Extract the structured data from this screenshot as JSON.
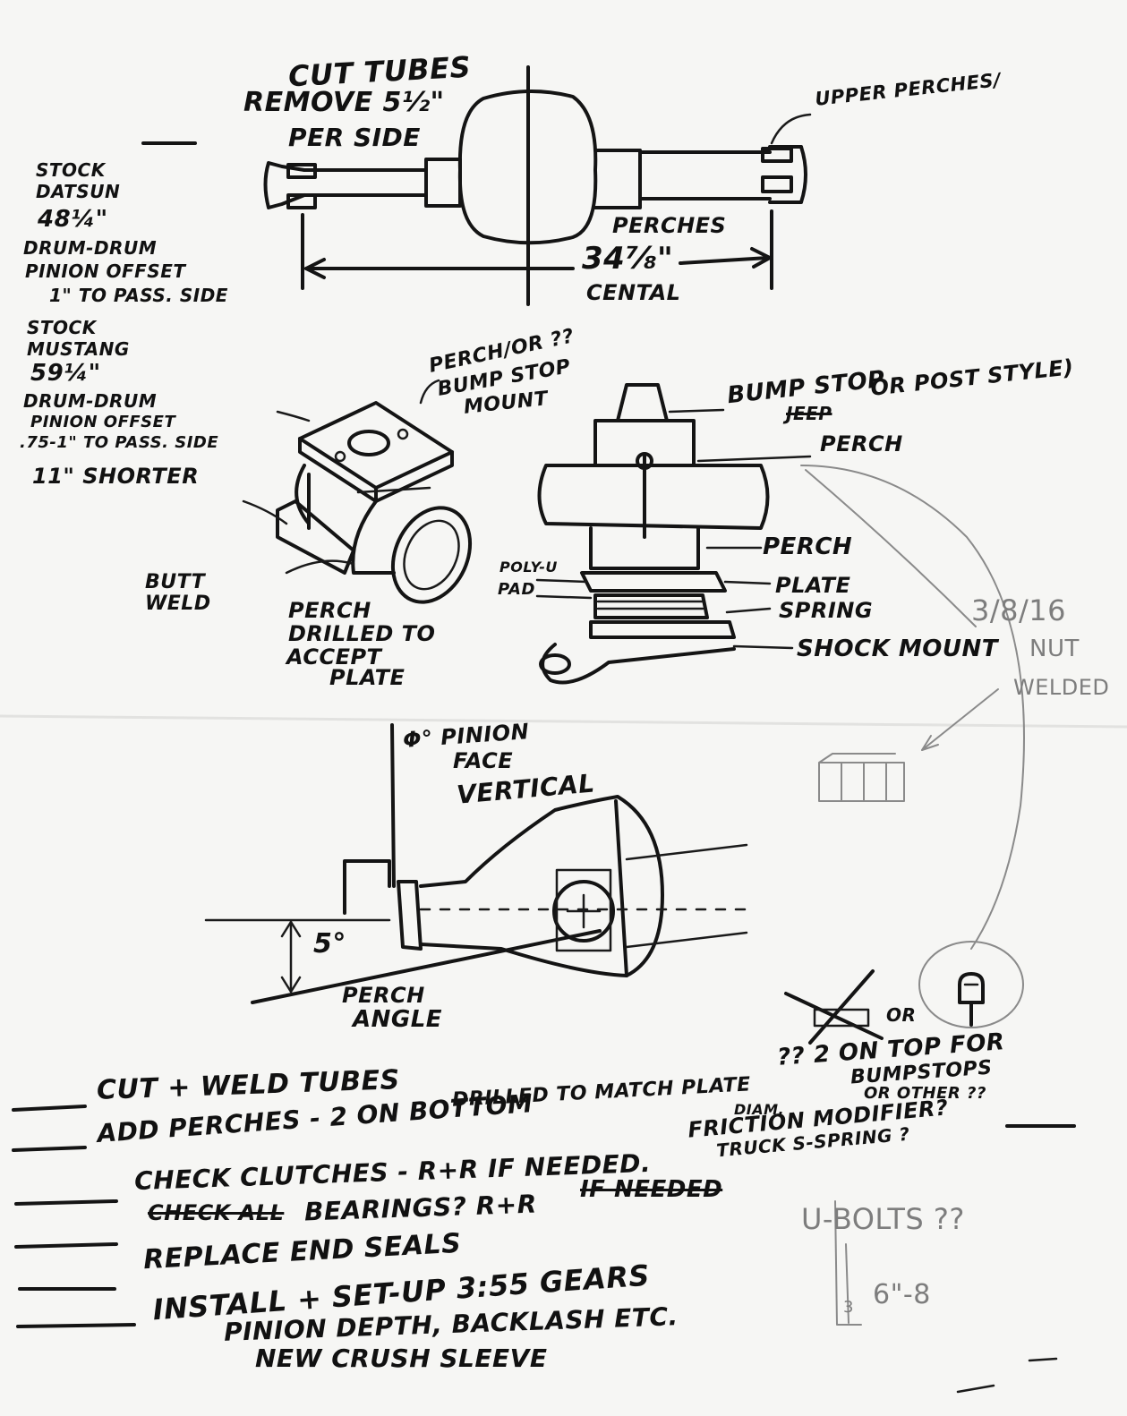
{
  "axle_top": {
    "cut_tubes": "CUT TUBES",
    "remove": "REMOVE 5½\"",
    "per_side": "PER SIDE",
    "upper_perches": "UPPER PERCHES/",
    "perches": "PERCHES",
    "measure": "34⅞\"",
    "central": "CENTAL"
  },
  "specs": {
    "datsun_line1": "STOCK",
    "datsun_line2": "DATSUN",
    "datsun_width": "48¼\"",
    "datsun_drum": "DRUM-DRUM",
    "datsun_offset": "PINION OFFSET",
    "datsun_offset_val": "1\" TO PASS. SIDE",
    "mustang_line1": "STOCK",
    "mustang_line2": "MUSTANG",
    "mustang_width": "59¼\"",
    "mustang_drum": "DRUM-DRUM",
    "mustang_offset": "PINION OFFSET",
    "mustang_offset_val": ".75-1\" TO PASS. SIDE",
    "shorter": "11\" SHORTER"
  },
  "perch_sketch": {
    "perch_or": "PERCH/OR ??",
    "bump_stop_mount": "BUMP STOP",
    "mount": "MOUNT",
    "butt_weld_1": "BUTT",
    "butt_weld_2": "WELD",
    "perch_drilled_1": "PERCH",
    "perch_drilled_2": "DRILLED TO",
    "perch_drilled_3": "ACCEPT",
    "perch_drilled_4": "PLATE"
  },
  "stack_sketch": {
    "bump_stop": "BUMP STOP",
    "jeep": "JEEP",
    "or_post_style": "OR POST STYLE)",
    "perch_top": "PERCH",
    "perch_mid": "PERCH",
    "poly_u_1": "POLY-U",
    "poly_u_2": "PAD",
    "plate": "PLATE",
    "spring": "SPRING",
    "shock_mount": "SHOCK MOUNT"
  },
  "pencil_notes": {
    "date": "3/8/16",
    "nut": "NUT",
    "welded": "WELDED",
    "u_bolts": "U-BOLTS ??",
    "length": "6\"-8",
    "count": "3"
  },
  "pinion_sketch": {
    "pinion_1": "φ° PINION",
    "pinion_2": "FACE",
    "pinion_3": "VERTICAL",
    "angle": "5°",
    "perch_angle_1": "PERCH",
    "perch_angle_2": "ANGLE"
  },
  "bump_notes": {
    "or": "OR",
    "two_on_top": "?? 2 ON TOP FOR",
    "bump_stops": "BUMPSTOPS",
    "or_other": "OR OTHER ??"
  },
  "checklist": [
    {
      "text": "CUT + WELD TUBES"
    },
    {
      "text": "ADD PERCHES - 2 ON BOTTOM"
    },
    {
      "text": "CHECK CLUTCHES - R+R IF NEEDED."
    },
    {
      "text": "BEARINGS? R+R"
    },
    {
      "text": "REPLACE END SEALS"
    },
    {
      "text": "INSTALL + SET-UP 3:55 GEARS"
    }
  ],
  "checklist_extra": {
    "drilled": "DRILLED TO MATCH PLATE",
    "diam": "DIAM.",
    "friction": "FRICTION MODIFIER?",
    "truck": "TRUCK S-SPRING ?",
    "check_all": "CHECK ALL",
    "if_needed": "IF NEEDED",
    "pinion_depth": "PINION DEPTH, BACKLASH ETC.",
    "crush_sleeve": "NEW CRUSH SLEEVE"
  }
}
